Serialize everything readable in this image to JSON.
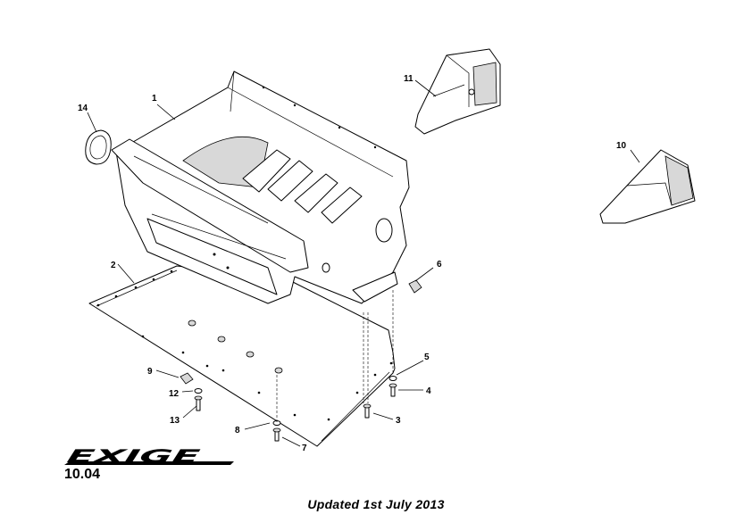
{
  "diagram": {
    "callouts": [
      "1",
      "2",
      "3",
      "4",
      "5",
      "6",
      "7",
      "8",
      "9",
      "10",
      "11",
      "12",
      "13",
      "14"
    ]
  },
  "brand": {
    "logo_text": "EXIGE"
  },
  "page_code": "10.04",
  "footer": "Updated 1st July 2013"
}
